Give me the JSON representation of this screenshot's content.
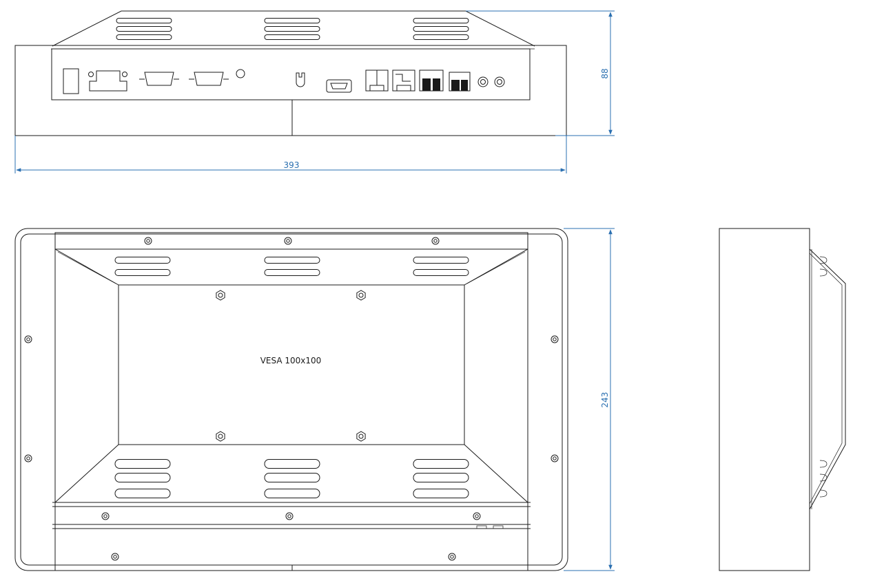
{
  "dimensions": {
    "width": "393",
    "height_top": "88",
    "height_front": "243"
  },
  "labels": {
    "vesa": "VESA 100x100"
  },
  "colors": {
    "line": "#1a1a1a",
    "dimension": "#2a6fb0",
    "background": "#ffffff"
  }
}
